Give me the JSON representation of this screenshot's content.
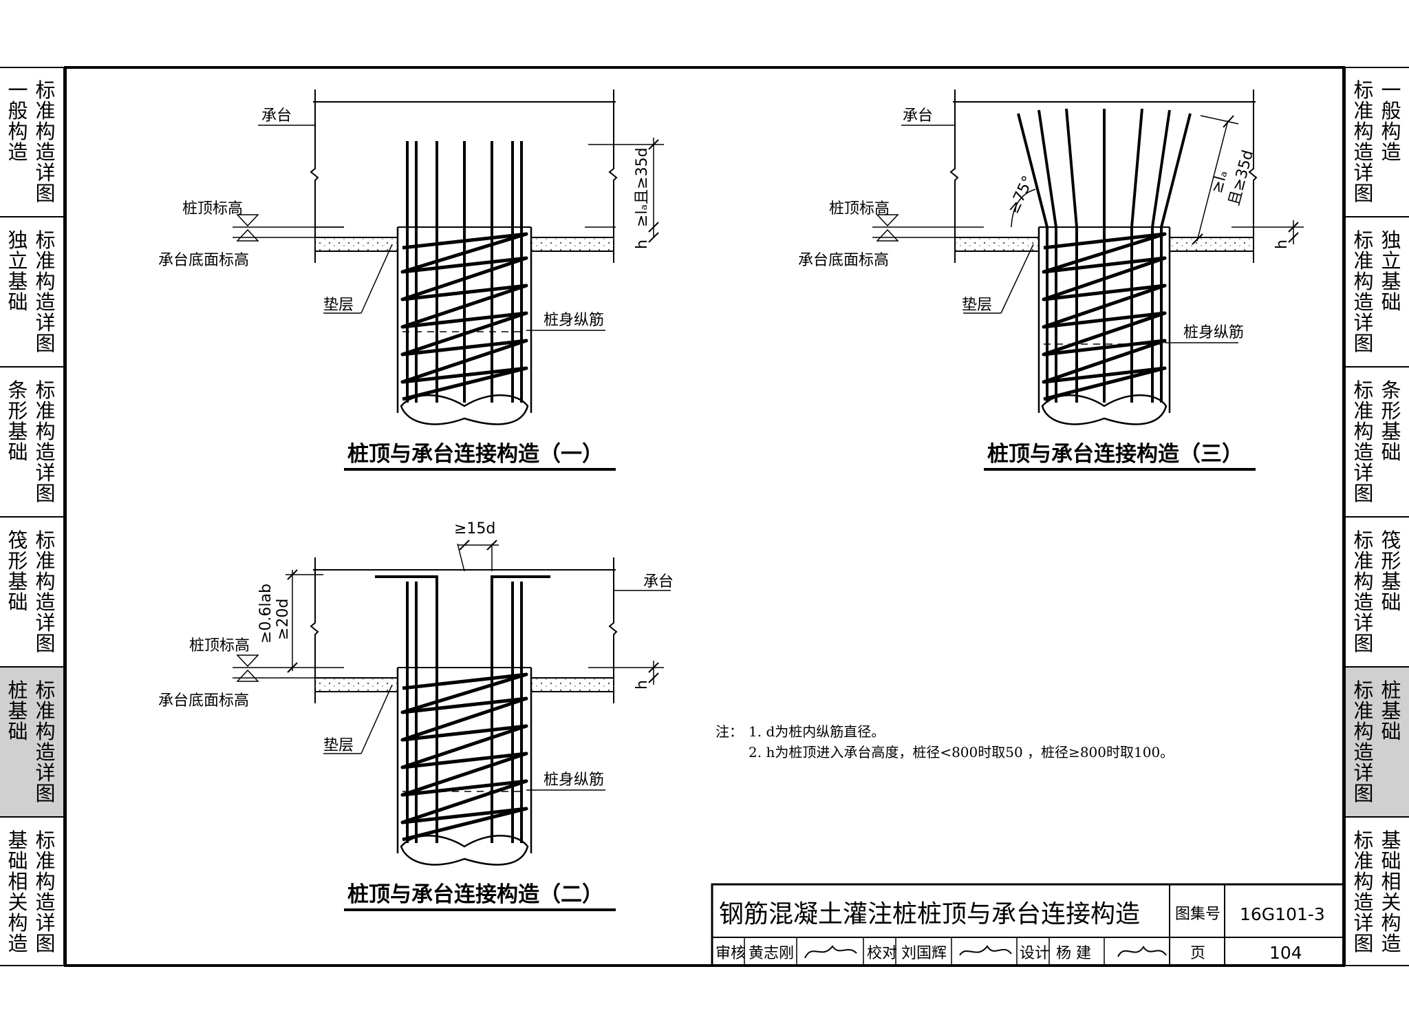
{
  "side_tabs": {
    "left": [
      {
        "c1": "一般构造",
        "c2": "标准构造详图"
      },
      {
        "c1": "独立基础",
        "c2": "标准构造详图"
      },
      {
        "c1": "条形基础",
        "c2": "标准构造详图"
      },
      {
        "c1": "筏形基础",
        "c2": "标准构造详图"
      },
      {
        "c1": "桩基础",
        "c2": "标准构造详图",
        "active": true
      },
      {
        "c1": "基础相关构造",
        "c2": "标准构造详图"
      }
    ],
    "right": [
      {
        "c1": "标准构造详图",
        "c2": "一般构造"
      },
      {
        "c1": "标准构造详图",
        "c2": "独立基础"
      },
      {
        "c1": "标准构造详图",
        "c2": "条形基础"
      },
      {
        "c1": "标准构造详图",
        "c2": "筏形基础"
      },
      {
        "c1": "标准构造详图",
        "c2": "桩基础",
        "active": true
      },
      {
        "c1": "标准构造详图",
        "c2": "基础相关构造"
      }
    ]
  },
  "detail1": {
    "title": "桩顶与承台连接构造（一）",
    "cap_label": "承台",
    "pile_top_label": "桩顶标高",
    "cap_bottom_label": "承台底面标高",
    "cushion_label": "垫层",
    "rebar_label": "桩身纵筋",
    "dim_anchor": "≥lₐ且≥35d",
    "dim_h": "h"
  },
  "detail2": {
    "title": "桩顶与承台连接构造（二）",
    "cap_label": "承台",
    "pile_top_label": "桩顶标高",
    "cap_bottom_label": "承台底面标高",
    "cushion_label": "垫层",
    "rebar_label": "桩身纵筋",
    "dim_hook": "≥15d",
    "dim_anchor_a": "≥0.6lab",
    "dim_anchor_b": "≥20d",
    "dim_h": "h"
  },
  "detail3": {
    "title": "桩顶与承台连接构造（三）",
    "cap_label": "承台",
    "pile_top_label": "桩顶标高",
    "cap_bottom_label": "承台底面标高",
    "cushion_label": "垫层",
    "rebar_label": "桩身纵筋",
    "angle_label": "≥75°",
    "dim_anchor_a": "≥lₐ",
    "dim_anchor_b": "且≥35d",
    "dim_h": "h"
  },
  "notes": {
    "prefix": "注：",
    "items": [
      "1.  d为桩内纵筋直径。",
      "2.  h为桩顶进入承台高度，桩径<800时取50 ，桩径≥800时取100。"
    ]
  },
  "title_block": {
    "drawing_title": "钢筋混凝土灌注桩桩顶与承台连接构造",
    "atlas_label": "图集号",
    "atlas_no": "16G101-3",
    "review_label": "审核",
    "reviewer": "黄志刚",
    "check_label": "校对",
    "checker": "刘国辉",
    "design_label": "设计",
    "designer": "杨  建",
    "page_label": "页",
    "page_no": "104"
  }
}
